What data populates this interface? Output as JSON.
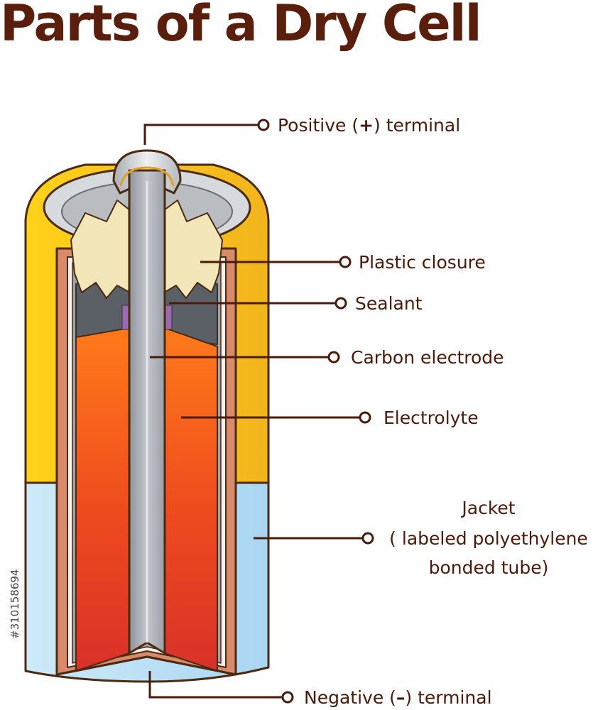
{
  "title": "Parts of a Dry Cell",
  "labels": {
    "positive_terminal": {
      "prefix": "Positive (",
      "sign": "+",
      "suffix": ") terminal"
    },
    "plastic_closure": "Plastic closure",
    "sealant": "Sealant",
    "carbon_electrode": "Carbon electrode",
    "electrolyte": "Electrolyte",
    "jacket": [
      "Jacket",
      "( labeled polyethylene",
      "bonded tube)"
    ],
    "negative_terminal": {
      "prefix": "Negative (",
      "sign": "–",
      "suffix": ") terminal"
    }
  },
  "stock_id": "#310158694",
  "colors": {
    "title": "#5a1e0c",
    "leader_line": "#4a1a0a",
    "jacket_top": "#f7c21b",
    "jacket_bottom": "#b9dff5",
    "electrolyte": "#e8401c",
    "zinc_can": "#d98a6a",
    "carbon_rod": "#a9adb3",
    "closure": "#f3e6b8",
    "sealant": "#5b6066",
    "cap": "#c9cdd2"
  }
}
